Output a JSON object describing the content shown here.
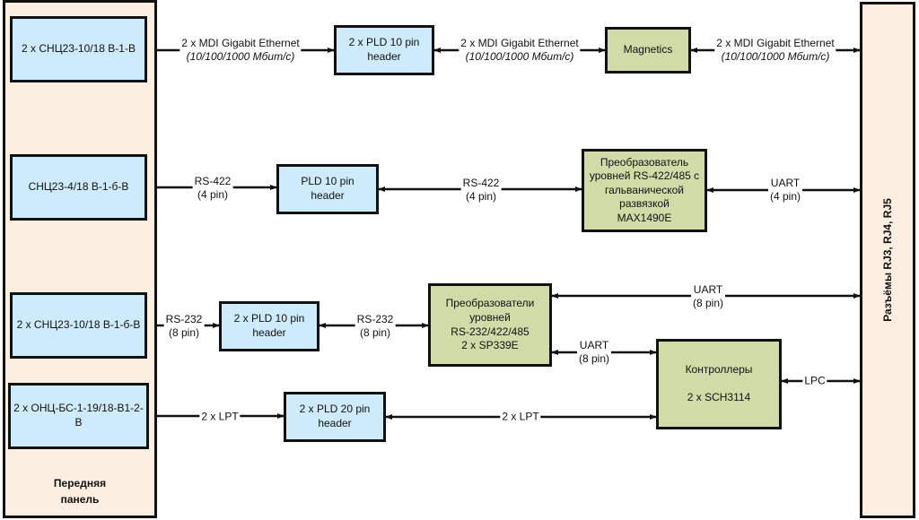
{
  "front_panel": {
    "title": "Передняя\nпанель",
    "connectors": [
      "2 х СНЦ23-10/18 В-1-В",
      "СНЦ23-4/18 В-1-б-В",
      "2 х СНЦ23-10/18 В-1-б-В",
      "2 х ОНЦ-БС-1-19/18-В1-2-В"
    ]
  },
  "rear_panel": {
    "title": "Разъёмы RJ3, RJ4, RJ5"
  },
  "blocks": {
    "pld_eth": "2 x PLD 10 pin\nheader",
    "magnetics": "Magnetics",
    "pld_rs422": "PLD 10 pin\nheader",
    "max1490": "Преобразователь\nуровней RS-422/485 с\nгальванической\nразвязкой\nMAX1490E",
    "pld_rs232": "2 x PLD 10 pin\nheader",
    "sp339": "Преобразователи\nуровней\nRS-232/422/485\n2 x SP339E",
    "controllers": "Контроллеры\n\n2 x SCH3114",
    "pld_lpt": "2 x PLD 20 pin\nheader"
  },
  "links": {
    "eth": {
      "line1": "2 x MDI Gigabit Ethernet",
      "line2": "(10/100/1000 Мбит/с)"
    },
    "rs422": {
      "line1": "RS-422",
      "line2": "(4 pin)"
    },
    "uart4": {
      "line1": "UART",
      "line2": "(4 pin)"
    },
    "rs232": {
      "line1": "RS-232",
      "line2": "(8 pin)"
    },
    "uart8": {
      "line1": "UART",
      "line2": "(8 pin)"
    },
    "lpt": "2 x LPT",
    "lpc": "LPC"
  },
  "colors": {
    "panel": "#fdeee2",
    "connector_block": "#cdebfb",
    "ic_block": "#cfdca8",
    "line": "#111111"
  }
}
